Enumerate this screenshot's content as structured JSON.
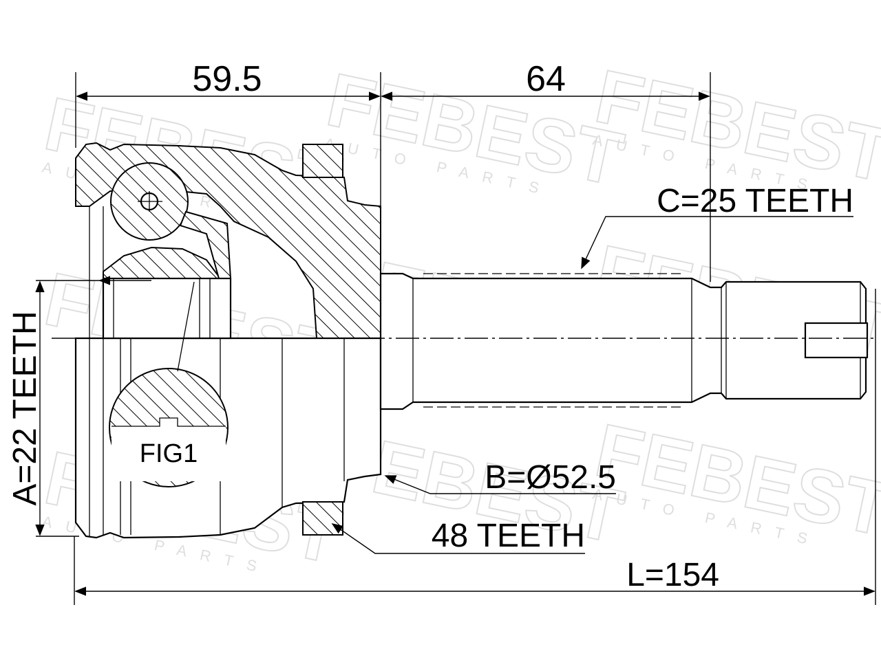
{
  "watermark": {
    "brand": "FEBEST",
    "sub": "AUTO PARTS"
  },
  "dimensions": {
    "body_length": "59.5",
    "shaft_length": "64",
    "total_length": "L=154"
  },
  "callouts": {
    "outer_spline": "C=25 TEETH",
    "seal_diameter": "B=Ø52.5",
    "abs_ring": "48 TEETH",
    "inner_spline": "A=22 TEETH",
    "detail": "FIG1"
  }
}
